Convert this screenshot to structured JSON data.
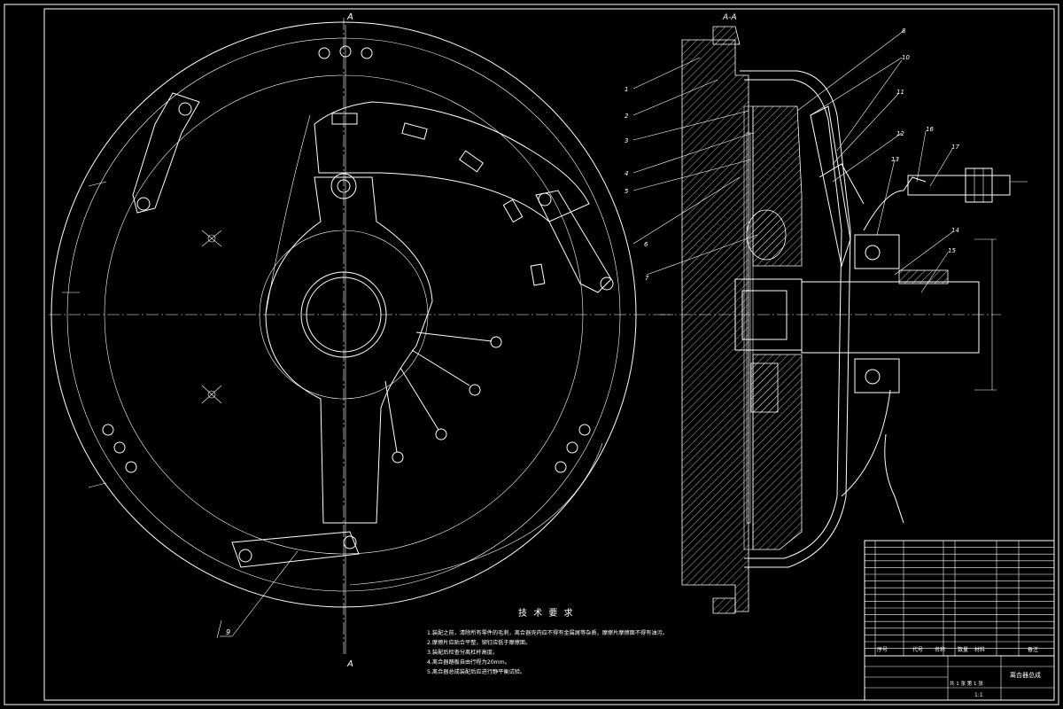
{
  "section_label": "A-A",
  "cut_label_top": "A",
  "cut_label_bottom": "A",
  "tech_title": "技 术 要 求",
  "tech_notes": [
    "1.装配之前，清除所有零件的毛刺，离合器壳内应不得有金属屑等杂质，摩擦片摩擦面不得有油污。",
    "2.摩擦片应贴合平整，铆钉应低于摩擦面。",
    "3.装配后检查分离杠杆高度。",
    "4.离合器踏板自由行程为20mm。",
    "5.离合器总成装配后应进行静平衡试验。"
  ],
  "leaders_left": [
    "1",
    "2",
    "3",
    "4",
    "5",
    "6",
    "7"
  ],
  "leaders_right": [
    "8",
    "10",
    "11",
    "12",
    "13",
    "16",
    "17"
  ],
  "leader_14": "14",
  "leader_15": "15",
  "leader_9": "9",
  "bom_headers": [
    "序号",
    "代号",
    "名称",
    "数量",
    "材料",
    "备注"
  ],
  "title_block": {
    "drawing_name": "离合器总成",
    "scale": "1:1",
    "sheet": "共 1 张  第 1 张"
  }
}
